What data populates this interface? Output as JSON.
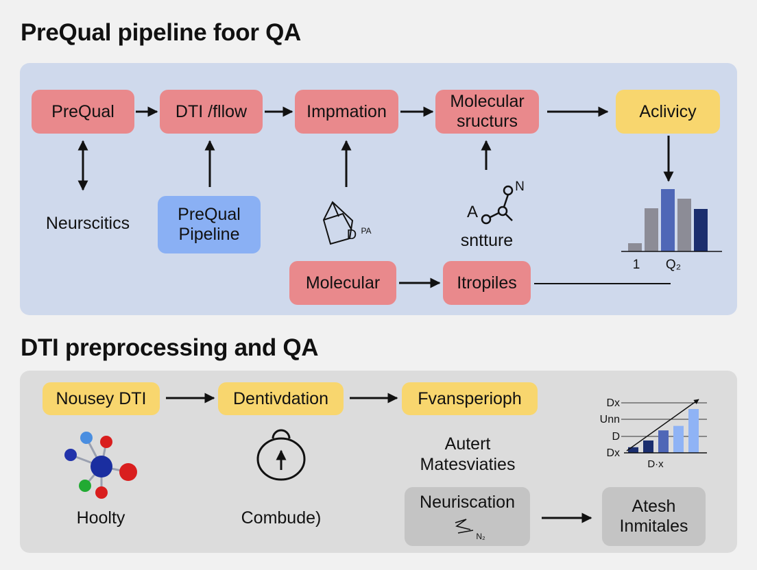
{
  "section1": {
    "title": "PreQual pipeline foor QA",
    "boxes": {
      "prequal": "PreQual",
      "dti_flow": "DTI /fllow",
      "impmation": "Impmation",
      "molecular_line1": "Molecular",
      "molecular_line2": "sructurs",
      "aclivicy": "Aclivicy",
      "pipeline_line1": "PreQual",
      "pipeline_line2": "Pipeline",
      "molecular2": "Molecular",
      "itropiles": "Itropiles"
    },
    "labels": {
      "neurscitics": "Neurscitics",
      "struct_a": "A",
      "struct_n": "N",
      "snttur": "sntture",
      "glyph_d": "D",
      "glyph_pa": "PA",
      "chart_x1": "1",
      "chart_x2": "Q₂"
    }
  },
  "section2": {
    "title": "DTI preprocessing and QA",
    "boxes": {
      "nousey": "Nousey DTI",
      "dentivdation": "Dentivdation",
      "fvansperioph": "Fvansperioph",
      "neuriscation": "Neuriscation",
      "atesh_line1": "Atesh",
      "atesh_line2": "Inmitales"
    },
    "labels": {
      "autert_line1": "Autert",
      "autert_line2": "Matesviaties",
      "hoolty": "Hoolty",
      "combude": "Combude)",
      "n2": "N₂",
      "y_dx_top": "Dx",
      "y_unn": "Unn",
      "y_d": "D",
      "y_dx_bottom": "Dx",
      "x_dx": "D·x"
    }
  },
  "colors": {
    "panel1": "#cfd9ec",
    "panel2": "#dcdcdc",
    "pink": "#e9898c",
    "yellow": "#f8d66e",
    "blue_box": "#8ab0f4",
    "gray_box": "#c4c4c4",
    "bar_gray": "#8c8c96",
    "bar_blue": "#4f67b7",
    "bar_navy": "#1b2e6e",
    "bar_light": "#8fb3f5"
  },
  "chart_data": [
    {
      "type": "bar",
      "categories": [
        "1",
        "",
        "",
        "Q₂",
        "",
        ""
      ],
      "values": [
        12,
        63,
        91,
        77,
        62
      ],
      "title": "",
      "xlabel": "",
      "ylabel": ""
    },
    {
      "type": "bar",
      "categories": [
        "",
        "",
        "",
        "",
        ""
      ],
      "values": [
        10,
        22,
        40,
        48,
        78
      ],
      "title": "",
      "xlabel": "D·x",
      "ylabel": "",
      "y_tick_labels": [
        "Dx",
        "Unn",
        "D",
        "Dx"
      ]
    }
  ]
}
